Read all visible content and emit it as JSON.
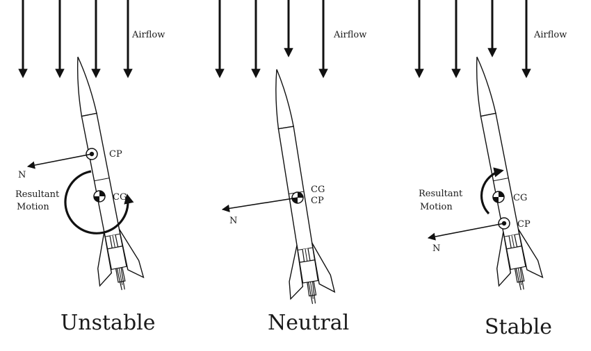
{
  "panels": [
    {
      "title": "Unstable",
      "airflow_label": "Airflow",
      "cp_label": "CP",
      "cg_label": "CG",
      "normal_label": "N",
      "motion_label_line1": "Resultant",
      "motion_label_line2": "Motion"
    },
    {
      "title": "Neutral",
      "airflow_label": "Airflow",
      "cg_label": "CG",
      "cp_label": "CP",
      "normal_label": "N"
    },
    {
      "title": "Stable",
      "airflow_label": "Airflow",
      "cg_label": "CG",
      "cp_label": "CP",
      "normal_label": "N",
      "motion_label_line1": "Resultant",
      "motion_label_line2": "Motion"
    }
  ]
}
